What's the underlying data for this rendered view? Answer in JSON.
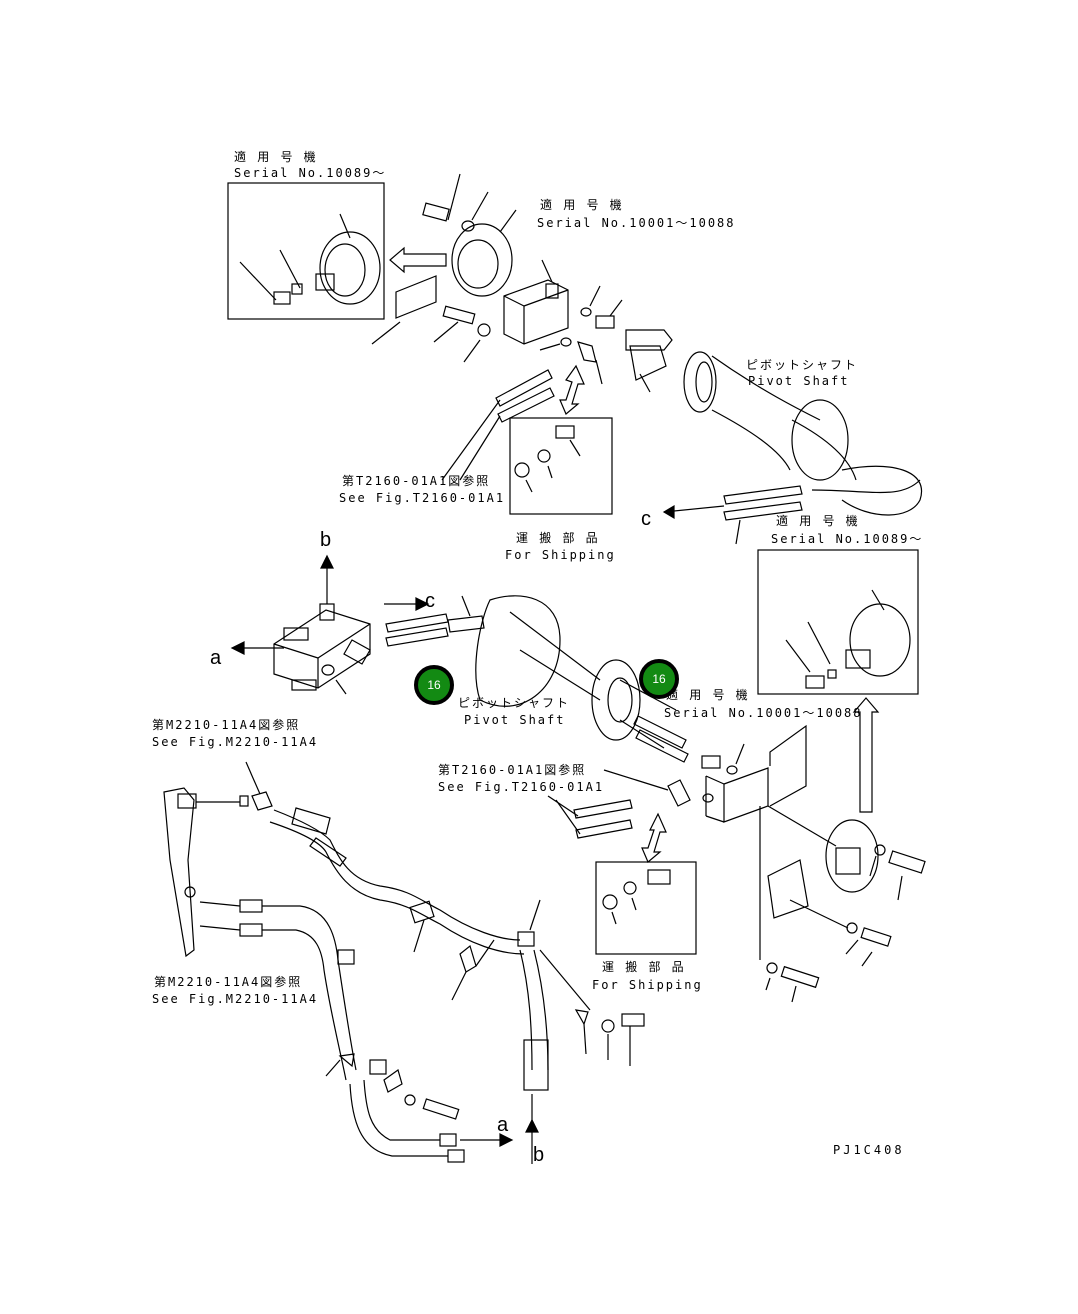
{
  "labels": {
    "serial_10089_top_jp": "適 用 号 機",
    "serial_10089_top": "Serial No.10089～",
    "serial_10001_top_jp": "適 用 号 機",
    "serial_10001_top": "Serial No.10001～10088",
    "pivot_shaft_top_jp": "ピボットシャフト",
    "pivot_shaft_top": "Pivot Shaft",
    "see_fig_t2160_top_jp": "第T2160-01A1図参照",
    "see_fig_t2160_top": "See Fig.T2160-01A1",
    "shipping_top_jp": "運 搬 部 品",
    "shipping_top": "For Shipping",
    "serial_10089_right_jp": "適 用 号 機",
    "serial_10089_right": "Serial No.10089～",
    "pivot_shaft_mid_jp": "ピボットシャフト",
    "pivot_shaft_mid": "Pivot Shaft",
    "serial_10001_mid_jp": "適 用 号 機",
    "serial_10001_mid": "Serial No.10001～10088",
    "see_fig_m2210_a_jp": "第M2210-11A4図参照",
    "see_fig_m2210_a": "See Fig.M2210-11A4",
    "see_fig_t2160_mid_jp": "第T2160-01A1図参照",
    "see_fig_t2160_mid": "See Fig.T2160-01A1",
    "shipping_bottom_jp": "運 搬 部 品",
    "shipping_bottom": "For Shipping",
    "see_fig_m2210_b_jp": "第M2210-11A4図参照",
    "see_fig_m2210_b": "See Fig.M2210-11A4",
    "drawing_number": "PJ1C408"
  },
  "letters": {
    "a_left": "a",
    "b_top": "b",
    "c_mid": "c",
    "c_top": "c",
    "a_bottom": "a",
    "b_bottom": "b"
  },
  "markers": [
    {
      "label": "16"
    },
    {
      "label": "16"
    }
  ],
  "colors": {
    "marker_fill": "#138a13",
    "line": "#000000",
    "background": "#ffffff"
  }
}
